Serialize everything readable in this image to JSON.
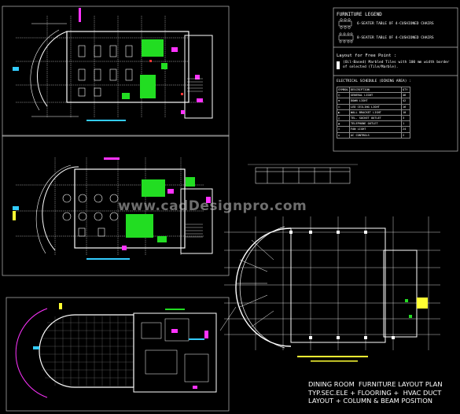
{
  "legend": {
    "title": "FURNITURE LEGEND",
    "items": [
      {
        "icon": "table-6-seater-icon",
        "label": "6-SEATER TABLE OF 4-CUSHIONED CHAIRS"
      },
      {
        "icon": "table-8-seater-icon",
        "label": "8-SEATER TABLE OF 4-CUSHIONED CHAIRS"
      }
    ]
  },
  "layout_note": {
    "title": "Layout for Free Point :",
    "text": "(Oil-Based) Marbled Tiles with 100 mm width border of selected (Tile/Marble)."
  },
  "electrical": {
    "title": "ELECTRICAL SCHEDULE (DINING AREA) :",
    "header": [
      "SYMBOL",
      "DESCRIPTION",
      "QTY"
    ],
    "rows": [
      [
        "",
        "GENERAL LIGHT",
        "46"
      ],
      [
        "",
        "DOWN LIGHT",
        "42"
      ],
      [
        "",
        "LED CEILING LIGHT",
        "16"
      ],
      [
        "",
        "WALL BRACKET LIGHT",
        "10"
      ],
      [
        "",
        "TEL. SOCKET OUTLET",
        "3"
      ],
      [
        "",
        "TELEPHONE OUTLET",
        "1"
      ],
      [
        "",
        "FAN LIGHT",
        "24"
      ],
      [
        "",
        "AC CONTROLS",
        "2"
      ]
    ]
  },
  "watermark": "www.cadDesignpro.com",
  "title_block": "DINING ROOM  FURNITURE LAYOUT PLAN\nTYP.SEC.ELE + FLOORING +  HVAC DUCT\nLAYOUT + COLUMN & BEAM POSITION",
  "colors": {
    "background": "#000000",
    "wall": "#ffffff",
    "furniture": "#ffffff",
    "green": "#22dd22",
    "magenta": "#ff33ff",
    "cyan": "#33ccff",
    "yellow": "#ffff33",
    "red": "#ff3333"
  }
}
